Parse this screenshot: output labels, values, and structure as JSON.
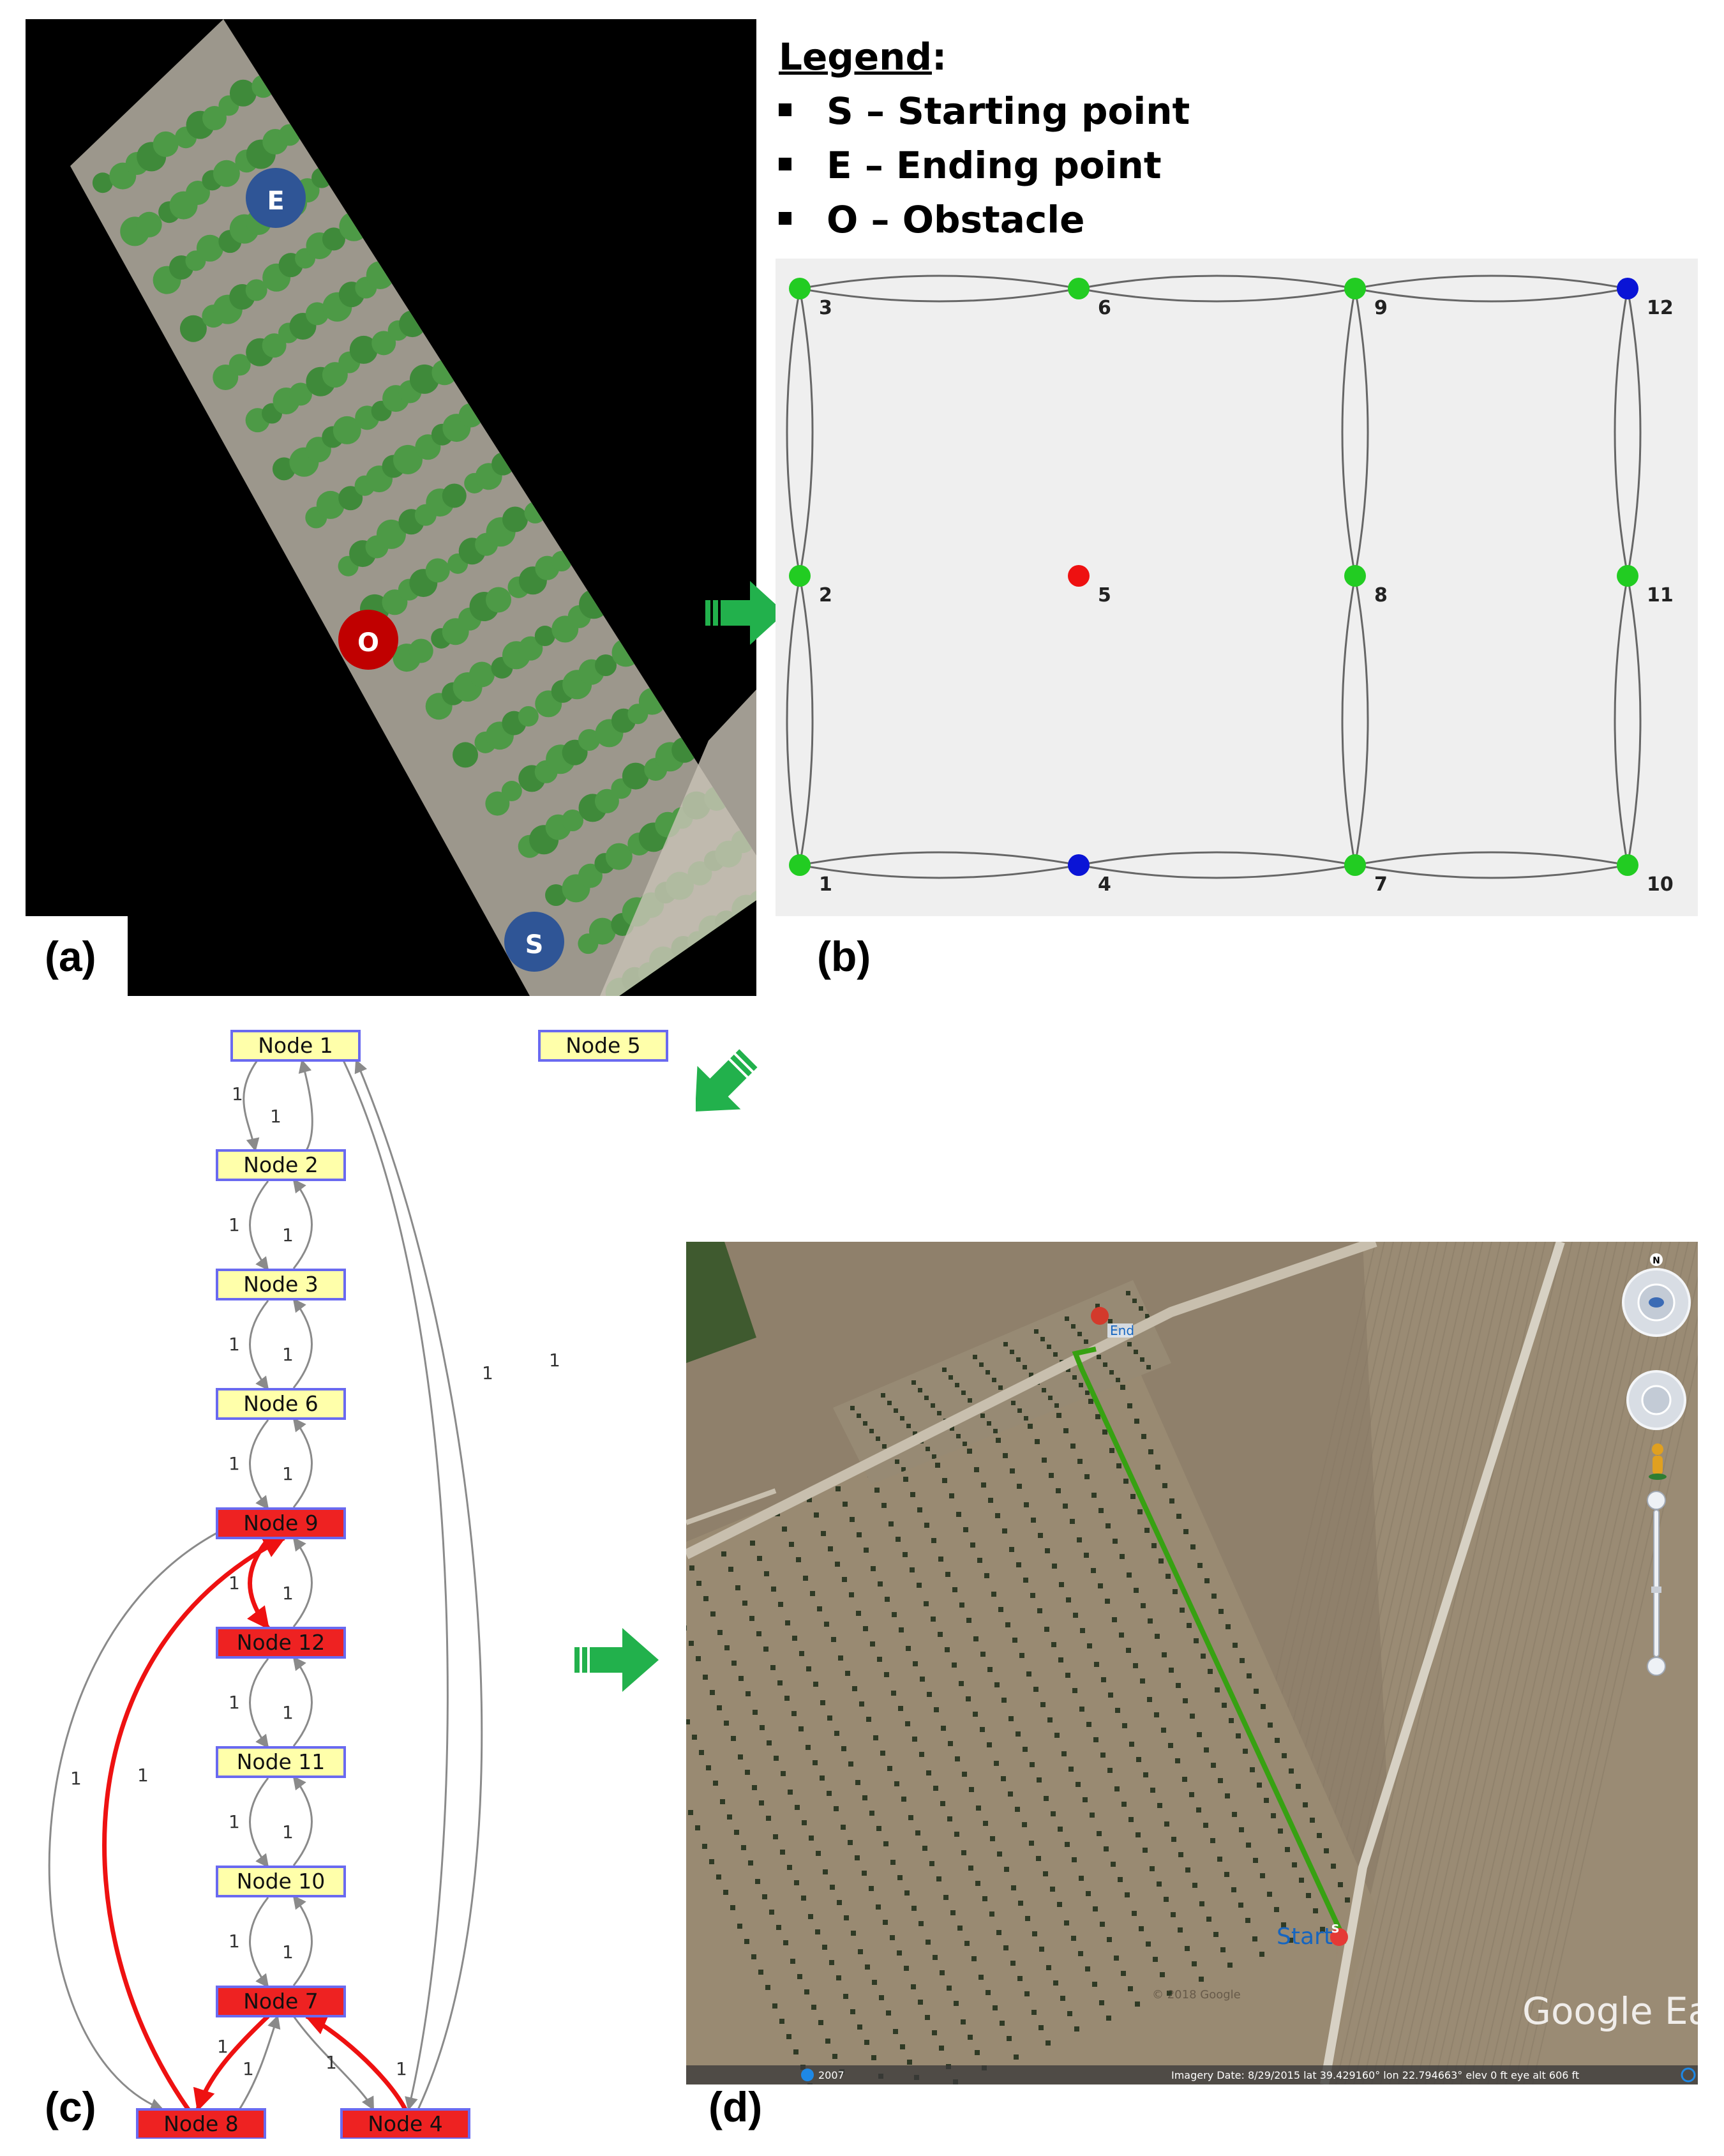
{
  "panel_labels": {
    "a": "(a)",
    "b": "(b)",
    "c": "(c)",
    "d": "(d)"
  },
  "legend": {
    "title": "Legend",
    "colon": ":",
    "items": [
      "S – Starting point",
      "E – Ending point",
      "O – Obstacle"
    ]
  },
  "markers_a": {
    "end": "E",
    "obstacle": "O",
    "start": "S"
  },
  "graph_b": {
    "nodes": [
      {
        "id": "1",
        "col": 0,
        "row": 2,
        "color": "#22cc22"
      },
      {
        "id": "2",
        "col": 0,
        "row": 1,
        "color": "#22cc22"
      },
      {
        "id": "3",
        "col": 0,
        "row": 0,
        "color": "#22cc22"
      },
      {
        "id": "4",
        "col": 1,
        "row": 2,
        "color": "#0a14d6"
      },
      {
        "id": "5",
        "col": 1,
        "row": 1,
        "color": "#ee1111"
      },
      {
        "id": "6",
        "col": 1,
        "row": 0,
        "color": "#22cc22"
      },
      {
        "id": "7",
        "col": 2,
        "row": 2,
        "color": "#22cc22"
      },
      {
        "id": "8",
        "col": 2,
        "row": 1,
        "color": "#22cc22"
      },
      {
        "id": "9",
        "col": 2,
        "row": 0,
        "color": "#22cc22"
      },
      {
        "id": "10",
        "col": 3,
        "row": 2,
        "color": "#22cc22"
      },
      {
        "id": "11",
        "col": 3,
        "row": 1,
        "color": "#22cc22"
      },
      {
        "id": "12",
        "col": 3,
        "row": 0,
        "color": "#0a14d6"
      }
    ],
    "edges": [
      [
        "3",
        "6"
      ],
      [
        "6",
        "9"
      ],
      [
        "9",
        "12"
      ],
      [
        "1",
        "4"
      ],
      [
        "4",
        "7"
      ],
      [
        "7",
        "10"
      ],
      [
        "3",
        "2"
      ],
      [
        "2",
        "1"
      ],
      [
        "9",
        "8"
      ],
      [
        "8",
        "7"
      ],
      [
        "12",
        "11"
      ],
      [
        "11",
        "10"
      ]
    ]
  },
  "graph_c": {
    "nodes": [
      {
        "id": "n1",
        "label": "Node 1",
        "highlight": false
      },
      {
        "id": "n5",
        "label": "Node 5",
        "highlight": false
      },
      {
        "id": "n2",
        "label": "Node 2",
        "highlight": false
      },
      {
        "id": "n3",
        "label": "Node 3",
        "highlight": false
      },
      {
        "id": "n6",
        "label": "Node 6",
        "highlight": false
      },
      {
        "id": "n9",
        "label": "Node 9",
        "highlight": true
      },
      {
        "id": "n12",
        "label": "Node 12",
        "highlight": true
      },
      {
        "id": "n11",
        "label": "Node 11",
        "highlight": false
      },
      {
        "id": "n10",
        "label": "Node 10",
        "highlight": false
      },
      {
        "id": "n7",
        "label": "Node 7",
        "highlight": true
      },
      {
        "id": "n8",
        "label": "Node 8",
        "highlight": true
      },
      {
        "id": "n4",
        "label": "Node 4",
        "highlight": true
      }
    ],
    "edge_weight": "1",
    "highlight_color": "#ee2222",
    "normal_color": "#ffffaa"
  },
  "map_d": {
    "end_label": "End",
    "start_label": "Start",
    "start_pin": "S",
    "watermark_logo": "Google Earth",
    "copyright": "© 2018 Google",
    "compass_n": "N",
    "status_year": "2007",
    "status_bar": "Imagery Date: 8/29/2015       lat  39.429160°  lon  22.794663°  elev    0 ft     eye alt   606 ft"
  }
}
